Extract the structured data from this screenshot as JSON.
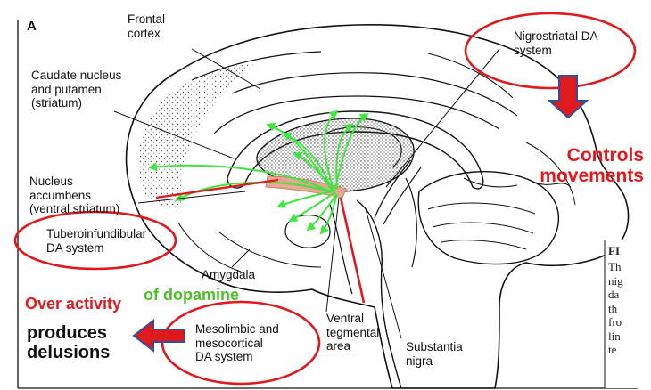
{
  "panel_letter": "A",
  "labels": {
    "frontal_cortex": "Frontal\ncortex",
    "caudate": "Caudate nucleus\nand putamen\n(striatum)",
    "nucleus_accumbens": "Nucleus\naccumbens\n(ventral striatum)",
    "tuberoinfundibular": "Tuberoinfundibular\nDA system",
    "amygdala": "Amygdala",
    "nigrostriatal": "Nigrostriatal DA\nsystem",
    "mesolimbic": "Mesolimbic and\nmesocortical\nDA system",
    "vta": "Ventral\ntegmental\narea",
    "substantia_nigra": "Substantia\nnigra"
  },
  "annotations": {
    "controls_movements": "Controls\nmovements",
    "over_activity": "Over activity",
    "of_dopamine": "of dopamine",
    "produces_delusions": "produces\ndelusions"
  },
  "fig_caption": {
    "fi": "FI",
    "lines": [
      "Th",
      "nig",
      "da",
      "th",
      "fro",
      "lin",
      "te"
    ]
  },
  "colors": {
    "red": "#e0191f",
    "green": "#4cbf2a",
    "pathway_green": "#3ee63e",
    "band": "#e8a58f",
    "arrow_blue": "#2f4f9e",
    "ink": "#111111"
  }
}
